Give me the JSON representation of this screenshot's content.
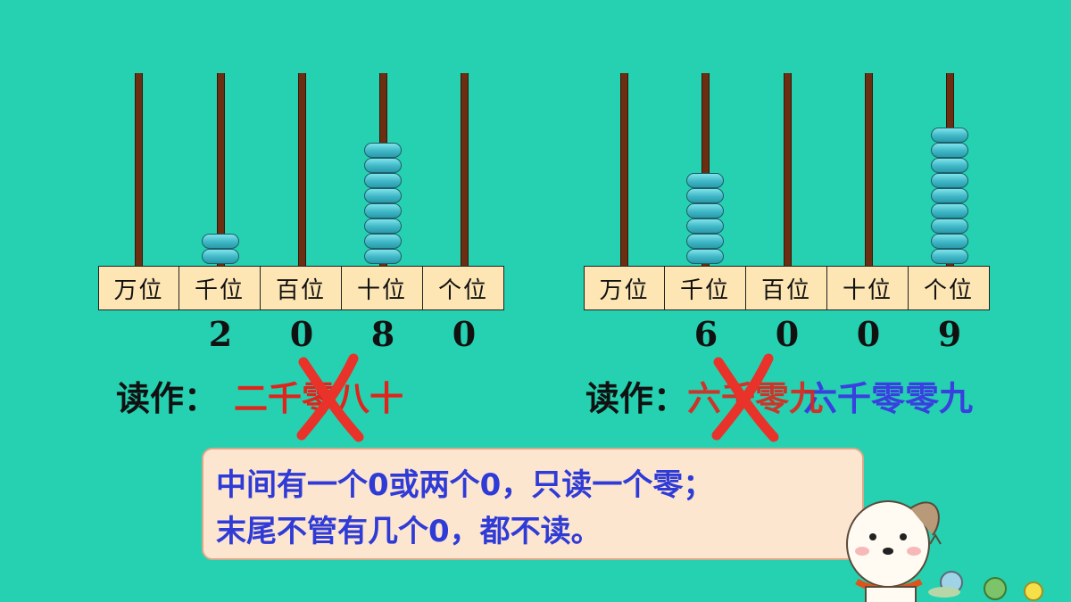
{
  "left": {
    "places": [
      "万位",
      "千位",
      "百位",
      "十位",
      "个位"
    ],
    "digits": [
      "",
      "2",
      "0",
      "8",
      "0"
    ],
    "beads": [
      0,
      2,
      0,
      8,
      0
    ],
    "read_label": "读作：",
    "read_text": "二千零八十",
    "text_color": "#e0241c"
  },
  "right": {
    "places": [
      "万位",
      "千位",
      "百位",
      "十位",
      "个位"
    ],
    "digits": [
      "",
      "6",
      "0",
      "0",
      "9"
    ],
    "beads": [
      0,
      6,
      0,
      0,
      9
    ],
    "read_label": "读作：",
    "read_text_red": "六千零九",
    "read_text_blue": "六千零零九",
    "text_color_blue": "#3a3fe0"
  },
  "note": {
    "line1": "中间有一个0或两个0，只读一个零；",
    "line2": "末尾不管有几个0，都不读。"
  },
  "colors": {
    "background": "#25d1b0",
    "rod": "#6b2e12",
    "bead": "#3fb7c6",
    "label_bg": "#fde6b3",
    "cross": "#e8322a"
  }
}
